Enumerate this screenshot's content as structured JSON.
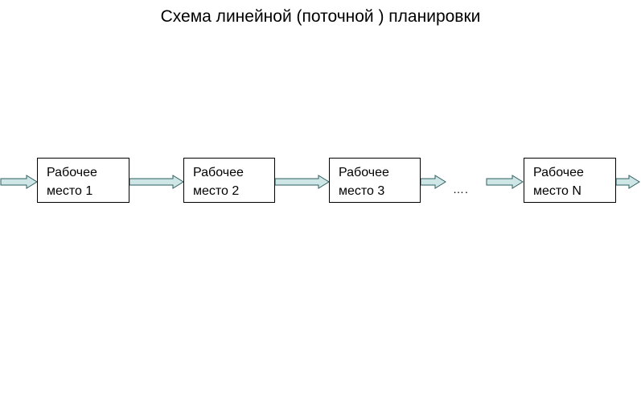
{
  "title": "Схема линейной (поточной ) планировки",
  "nodes": [
    {
      "line1": "Рабочее",
      "line2": "место 1"
    },
    {
      "line1": "Рабочее",
      "line2": "место 2"
    },
    {
      "line1": "Рабочее",
      "line2": "место 3"
    },
    {
      "line1": "Рабочее",
      "line2": "место N"
    }
  ],
  "ellipsis": "….",
  "colors": {
    "arrow_fill": "#cfe6e6",
    "arrow_stroke": "#2e5f60",
    "box_border": "#000000"
  }
}
